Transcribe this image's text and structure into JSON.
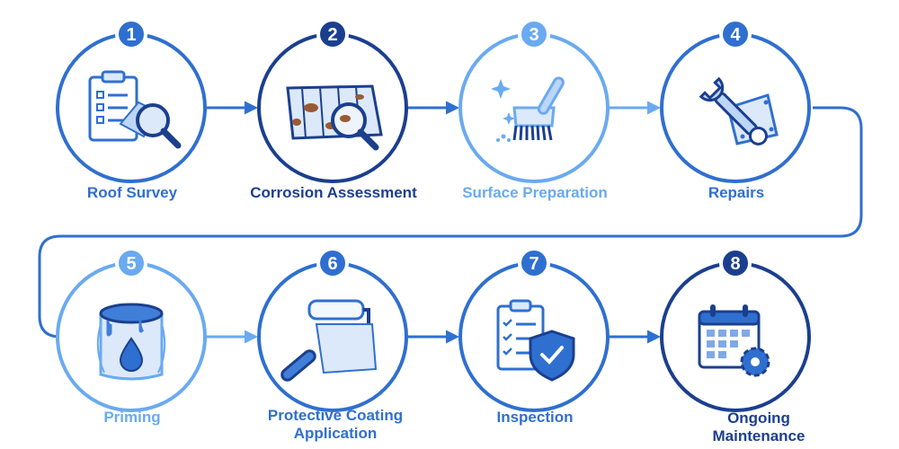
{
  "colors": {
    "dark": "#1b3f8f",
    "mid": "#2f6fd0",
    "light": "#6aaaf0",
    "icon_fill": "#dce9fb",
    "icon_fill_light": "#bcd6f7",
    "rust": "#9a5a35"
  },
  "steps": [
    {
      "number": "1",
      "label": "Roof Survey",
      "tone": "mid",
      "icon": "clipboard-magnifier-icon"
    },
    {
      "number": "2",
      "label": "Corrosion Assessment",
      "tone": "dark",
      "icon": "corroded-panel-magnifier-icon"
    },
    {
      "number": "3",
      "label": "Surface Preparation",
      "tone": "light",
      "icon": "scrub-brush-icon"
    },
    {
      "number": "4",
      "label": "Repairs",
      "tone": "mid",
      "icon": "wrench-patch-icon"
    },
    {
      "number": "5",
      "label": "Priming",
      "tone": "light",
      "icon": "primer-can-icon"
    },
    {
      "number": "6",
      "label": "Protective Coating Application",
      "tone": "mid",
      "icon": "paint-roller-icon"
    },
    {
      "number": "7",
      "label": "Inspection",
      "tone": "mid",
      "icon": "checklist-shield-icon"
    },
    {
      "number": "8",
      "label": "Ongoing Maintenance",
      "tone": "dark",
      "icon": "calendar-gear-icon"
    }
  ]
}
